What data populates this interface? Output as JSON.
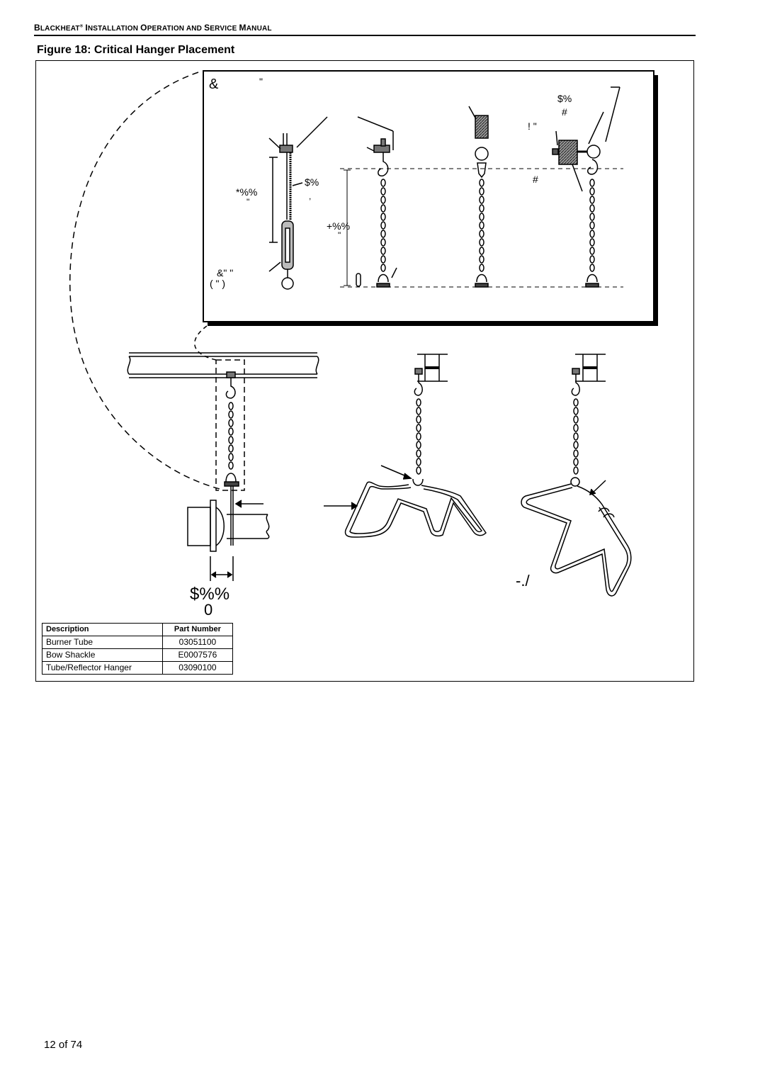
{
  "header": {
    "part1_initial": "B",
    "part1_rest": "LACKHEAT",
    "reg_mark": "®",
    "part2_initial": "I",
    "part2_rest": "NSTALLATION ",
    "part3_initial": "O",
    "part3_rest": "PERATION AND ",
    "part4_initial": "S",
    "part4_rest": "ERVICE ",
    "part5_initial": "M",
    "part5_rest": "ANUAL"
  },
  "figure": {
    "title": "Figure 18: Critical Hanger Placement"
  },
  "diagram": {
    "detail_label_1": "&",
    "detail_label_2": "\"",
    "label_a": "$%",
    "label_b": "#",
    "label_c": "!   \"",
    "label_d": "#",
    "label_e": "$%",
    "label_f": "*%%",
    "label_g": "\"",
    "label_h": ",",
    "label_i": "+%%",
    "label_j": "\"",
    "label_k": "&\"  \"",
    "label_l": "(      \"  )",
    "dim_label": "$%%",
    "dim_sub": "0",
    "right_label": "-./"
  },
  "parts_table": {
    "headers": [
      "Description",
      "Part Number"
    ],
    "rows": [
      {
        "description": "Burner Tube",
        "part_number": "03051100"
      },
      {
        "description": "Bow Shackle",
        "part_number": "E0007576"
      },
      {
        "description": "Tube/Reflector Hanger",
        "part_number": "03090100"
      }
    ]
  },
  "footer": {
    "page": "12 of 74"
  }
}
